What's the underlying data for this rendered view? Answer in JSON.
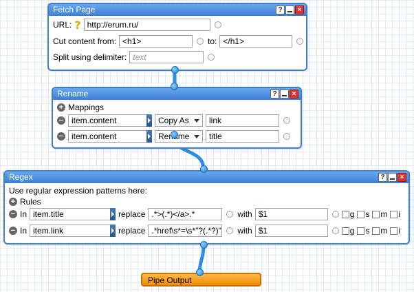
{
  "fetch_page": {
    "title": "Fetch Page",
    "url_label": "URL:",
    "url_value": "http://erum.ru/",
    "cut_label": "Cut content from:",
    "cut_from": "<h1>",
    "to_label": "to:",
    "cut_to": "</h1>",
    "split_label": "Split using delimiter:",
    "split_placeholder": "text"
  },
  "rename": {
    "title": "Rename",
    "mappings_label": "Mappings",
    "rows": [
      {
        "source": "item.content",
        "action": "Copy As",
        "target": "link"
      },
      {
        "source": "item.content",
        "action": "Rename",
        "target": "title"
      }
    ]
  },
  "regex": {
    "title": "Regex",
    "description": "Use regular expression patterns here:",
    "rules_label": "Rules",
    "in_label": "In",
    "replace_label": "replace",
    "with_label": "with",
    "rules": [
      {
        "field": "item.title",
        "pattern": ".*>(.*)</a>.*",
        "replacement": "$1"
      },
      {
        "field": "item.link",
        "pattern": ".*href\\s*=\\s*\"?(.*?)\"",
        "replacement": "$1"
      }
    ],
    "flags": [
      "g",
      "s",
      "m",
      "i"
    ]
  },
  "output": {
    "title": "Pipe Output"
  },
  "colors": {
    "module_border": "#3c7fd2",
    "header_gradient_top": "#6aa6ec",
    "connector": "#1f7fd6",
    "output_fill": "#f08c00"
  }
}
